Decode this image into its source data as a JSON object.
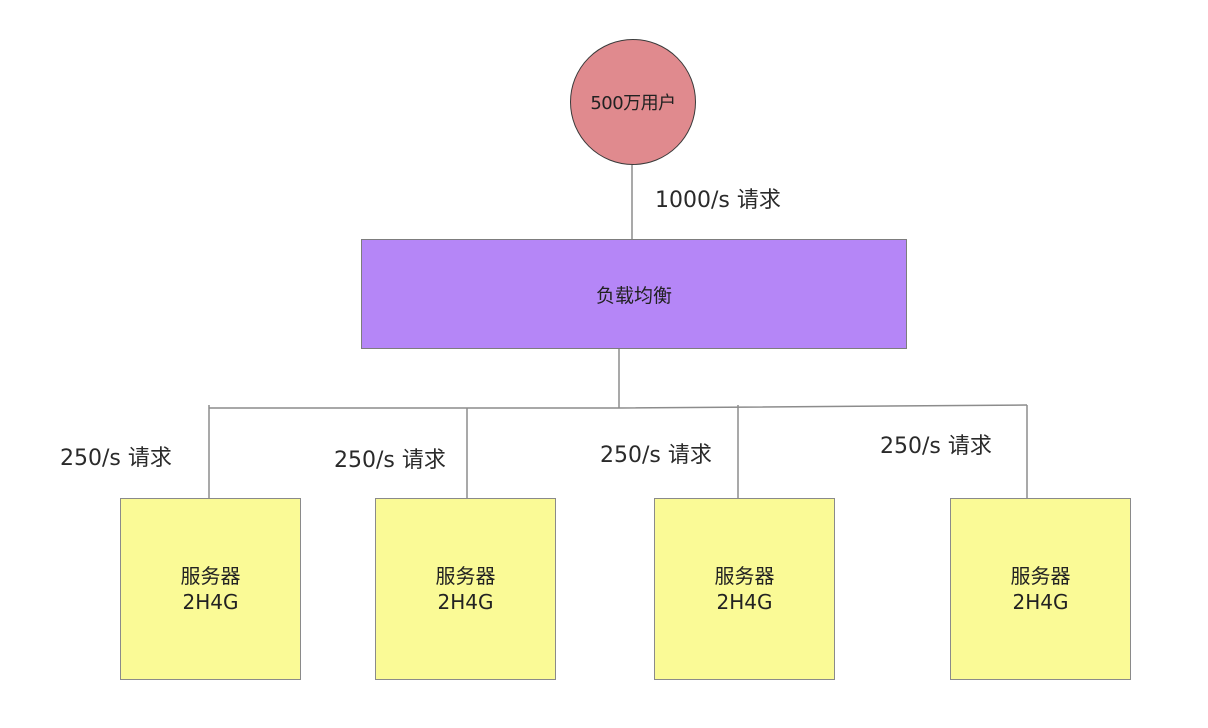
{
  "colors": {
    "users_fill": "#e08a8e",
    "load_balancer_fill": "#b586f7",
    "server_fill": "#fafa96",
    "connector": "#8c8c8c"
  },
  "users_node": {
    "label": "500万用户"
  },
  "top_edge_label": "1000/s 请求",
  "load_balancer": {
    "label": "负载均衡"
  },
  "edge_labels": [
    "250/s 请求",
    "250/s 请求",
    "250/s 请求",
    "250/s 请求"
  ],
  "servers": [
    {
      "name": "服务器",
      "spec": "2H4G"
    },
    {
      "name": "服务器",
      "spec": "2H4G"
    },
    {
      "name": "服务器",
      "spec": "2H4G"
    },
    {
      "name": "服务器",
      "spec": "2H4G"
    }
  ]
}
